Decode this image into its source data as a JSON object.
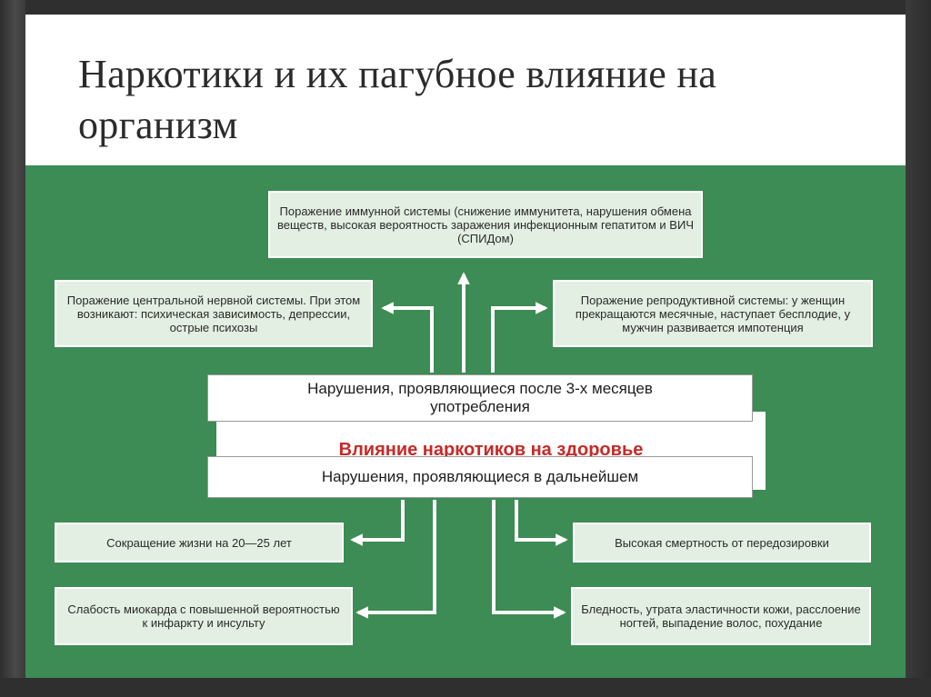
{
  "slide": {
    "title": "Наркотики и их пагубное влияние на организм"
  },
  "diagram": {
    "center": "Влияние наркотиков на здоровье",
    "early_header": "Нарушения, проявляющиеся после 3-х месяцев употребления",
    "late_header": "Нарушения, проявляющиеся в дальнейшем",
    "early_effects": {
      "immune": "Поражение иммунной системы (снижение иммунитета, нарушения обмена веществ, высокая вероятность заражения инфекционным гепатитом и ВИЧ (СПИДом)",
      "nervous": "Поражение центральной нервной системы. При этом возникают: психическая зависимость, депрессии, острые психозы",
      "reproductive": "Поражение репродуктивной системы: у женщин прекращаются месячные, наступает бесплодие, у мужчин развивается импотенция"
    },
    "late_effects": {
      "lifespan": "Сокращение жизни на 20—25 лет",
      "overdose": "Высокая смертность от передозировки",
      "myocardium": "Слабость миокарда с повышенной вероятностью к инфаркту и инсульту",
      "skin": "Бледность, утрата эластичности кожи, расслоение ногтей, выпадение волос, похудание"
    }
  },
  "colors": {
    "background_green": "#3d8b55",
    "box_fill": "#e3efe3",
    "center_text": "#c72a26"
  }
}
